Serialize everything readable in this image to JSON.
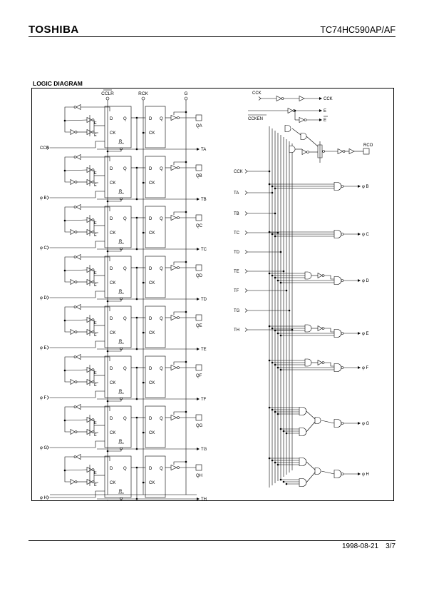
{
  "header": {
    "brand": "TOSHIBA",
    "part_number": "TC74HC590AP/AF"
  },
  "section_title": "LOGIC DIAGRAM",
  "diagram": {
    "inputs_top": [
      "CCLR",
      "RCK",
      "G"
    ],
    "ff_labels": {
      "d": "D",
      "q": "Q",
      "ck": "CK",
      "r": "R",
      "e": "E"
    },
    "stages": [
      {
        "out": "QA",
        "carry": "TA",
        "clk": "CCK"
      },
      {
        "out": "QB",
        "carry": "TB",
        "clk": "φ B"
      },
      {
        "out": "QC",
        "carry": "TC",
        "clk": "φ C"
      },
      {
        "out": "QD",
        "carry": "TD",
        "clk": "φ D"
      },
      {
        "out": "QE",
        "carry": "TE",
        "clk": "φ E"
      },
      {
        "out": "QF",
        "carry": "TF",
        "clk": "φ F"
      },
      {
        "out": "QG",
        "carry": "TG",
        "clk": "φ G"
      },
      {
        "out": "QH",
        "carry": "TH",
        "clk": "φ H"
      }
    ],
    "right": {
      "cck_in": "CCK",
      "cck_out": "CCK",
      "ccken_in": "CCKEN",
      "e_out": "E",
      "ebar_out": "E",
      "rco": "RCO",
      "inputs": [
        "CCK",
        "TA",
        "TB",
        "TC",
        "TD",
        "TE",
        "TF",
        "TG",
        "TH"
      ],
      "outputs": [
        "φ B",
        "φ C",
        "φ D",
        "φ E",
        "φ F",
        "φ G",
        "φ H"
      ]
    }
  },
  "footer": {
    "date": "1998-08-21",
    "page": "3/7"
  }
}
